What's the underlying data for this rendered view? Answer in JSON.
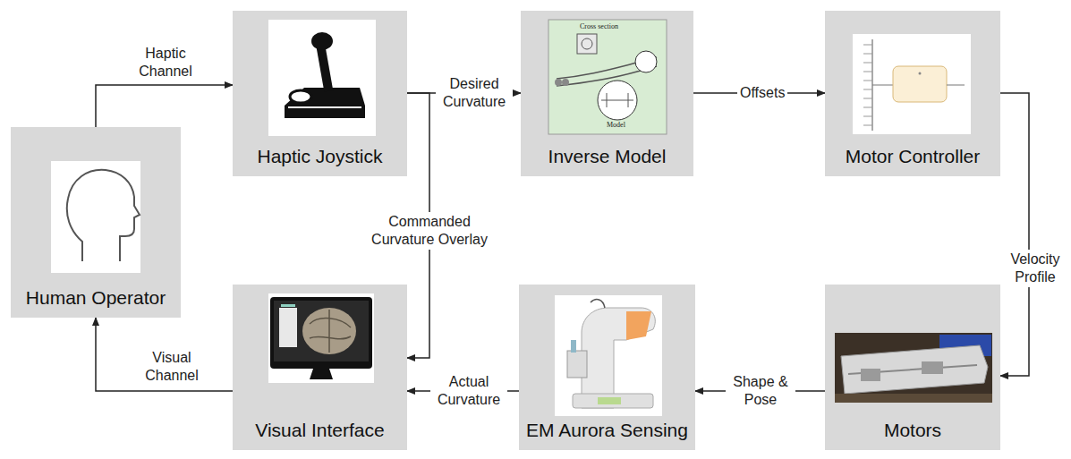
{
  "diagram": {
    "nodes": [
      {
        "text": [
          "Human Operator"
        ]
      },
      {
        "text": [
          "Haptic Joystick"
        ]
      },
      {
        "text": [
          "Inverse Model"
        ]
      },
      {
        "text": [
          "Motor Controller"
        ]
      },
      {
        "text": [
          "Visual Interface"
        ]
      },
      {
        "text": [
          "EM Aurora Sensing"
        ]
      },
      {
        "text": [
          "Motors"
        ]
      }
    ],
    "edges": [
      {
        "from": 0,
        "to": 1,
        "label": "Haptic Channel",
        "arrow": "to"
      },
      {
        "from": 1,
        "to": 2,
        "label": "Desired Curvature",
        "arrow": "to"
      },
      {
        "from": 2,
        "to": 3,
        "label": "Offsets",
        "arrow": "to"
      },
      {
        "from": 3,
        "to": 6,
        "label": "Velocity Profile",
        "arrow": "to"
      },
      {
        "from": 6,
        "to": 5,
        "label": "Shape & Pose",
        "arrow": "to"
      },
      {
        "from": 5,
        "to": 4,
        "label": "Actual Curvature",
        "arrow": "to"
      },
      {
        "from": 1,
        "to": 4,
        "label": "Commanded Curvature Overlay",
        "arrow": "to"
      },
      {
        "from": 4,
        "to": 0,
        "label": "Visual Channel",
        "arrow": "to"
      }
    ],
    "labels": [
      "Cross section",
      "Model"
    ]
  }
}
